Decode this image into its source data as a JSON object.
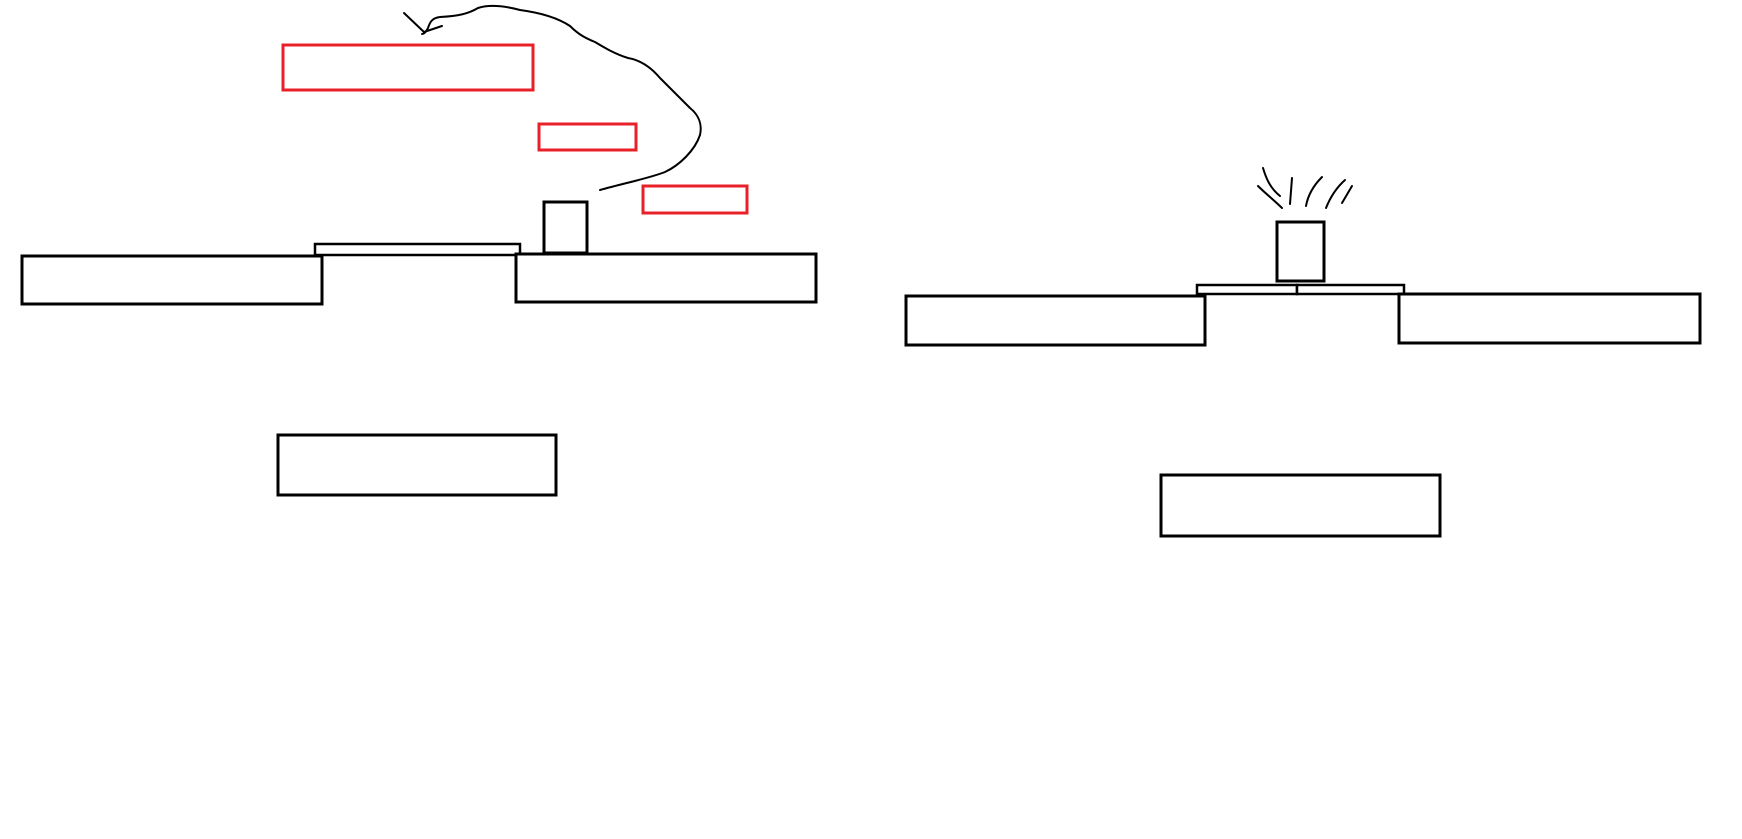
{
  "colors": {
    "background": "#ffffff",
    "outline": "#000000",
    "highlight": "#e8202a"
  },
  "scenes": [
    {
      "platforms": 2,
      "bridge_plates": 1,
      "weights": 1,
      "highlight_boxes": 3,
      "base_boxes": 1,
      "has_curved_arrow": true
    },
    {
      "platforms": 2,
      "bridge_plates": 2,
      "weights": 1,
      "highlight_boxes": 0,
      "base_boxes": 1,
      "has_motion_marks": true
    }
  ]
}
